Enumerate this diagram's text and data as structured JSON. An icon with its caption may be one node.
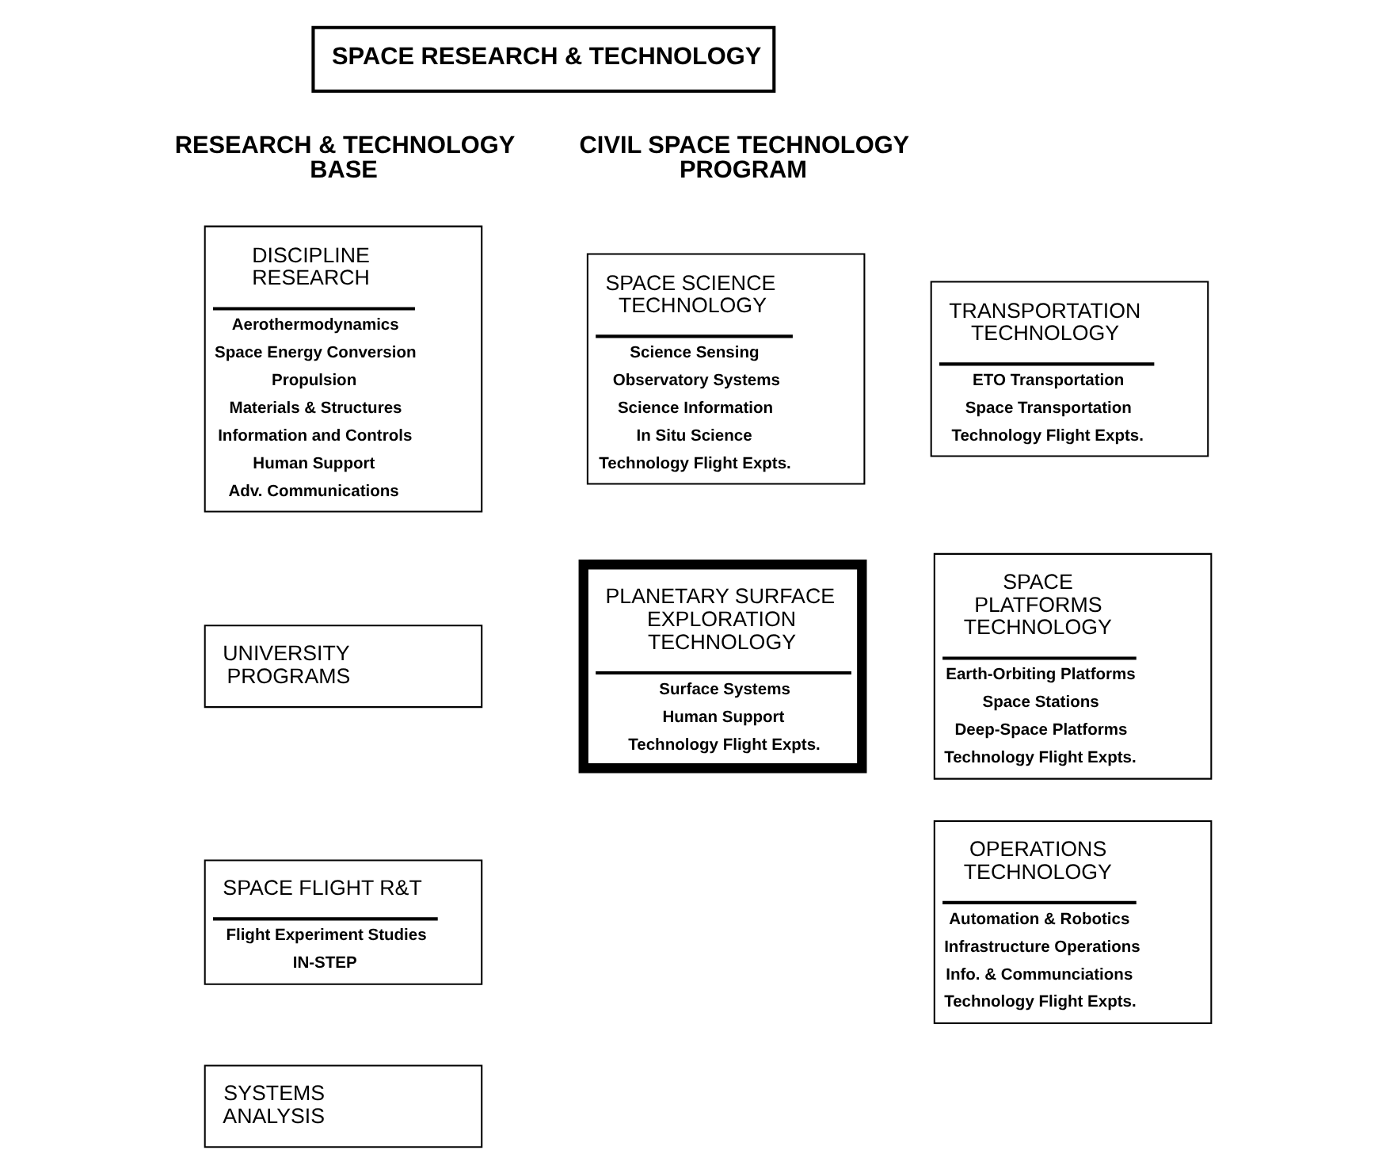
{
  "diagram": {
    "nodes": [
      {
        "text": [
          "SPACE RESEARCH & TECHNOLOGY"
        ]
      },
      {
        "text": [
          "DISCIPLINE RESEARCH",
          "Aerothermodynamics",
          "Space Energy Conversion",
          "Propulsion",
          "Materials & Structures",
          "Information and Controls",
          "Human Support",
          "Adv. Communications"
        ]
      },
      {
        "text": [
          "UNIVERSITY PROGRAMS"
        ]
      },
      {
        "text": [
          "SPACE FLIGHT R&T",
          "Flight Experiment Studies",
          "IN-STEP"
        ]
      },
      {
        "text": [
          "SYSTEMS ANALYSIS"
        ]
      },
      {
        "text": [
          "SPACE SCIENCE TECHNOLOGY",
          "Science Sensing",
          "Observatory Systems",
          "Science Information",
          "In Situ Science",
          "Technology Flight Expts."
        ]
      },
      {
        "text": [
          "PLANETARY SURFACE EXPLORATION TECHNOLOGY",
          "Surface Systems",
          "Human Support",
          "Technology Flight Expts."
        ]
      },
      {
        "text": [
          "TRANSPORTATION TECHNOLOGY",
          "ETO Transportation",
          "Space Transportation",
          "Technology Flight Expts."
        ]
      },
      {
        "text": [
          "SPACE PLATFORMS TECHNOLOGY",
          "Earth-Orbiting Platforms",
          "Space Stations",
          "Deep-Space Platforms",
          "Technology Flight Expts."
        ]
      },
      {
        "text": [
          "OPERATIONS TECHNOLOGY",
          "Automation & Robotics",
          "Infrastructure Operations",
          "Info. & Communciations",
          "Technology Flight Expts."
        ]
      }
    ],
    "edges": [],
    "labels": [
      "RESEARCH & TECHNOLOGY BASE",
      "CIVIL SPACE TECHNOLOGY PROGRAM"
    ]
  }
}
